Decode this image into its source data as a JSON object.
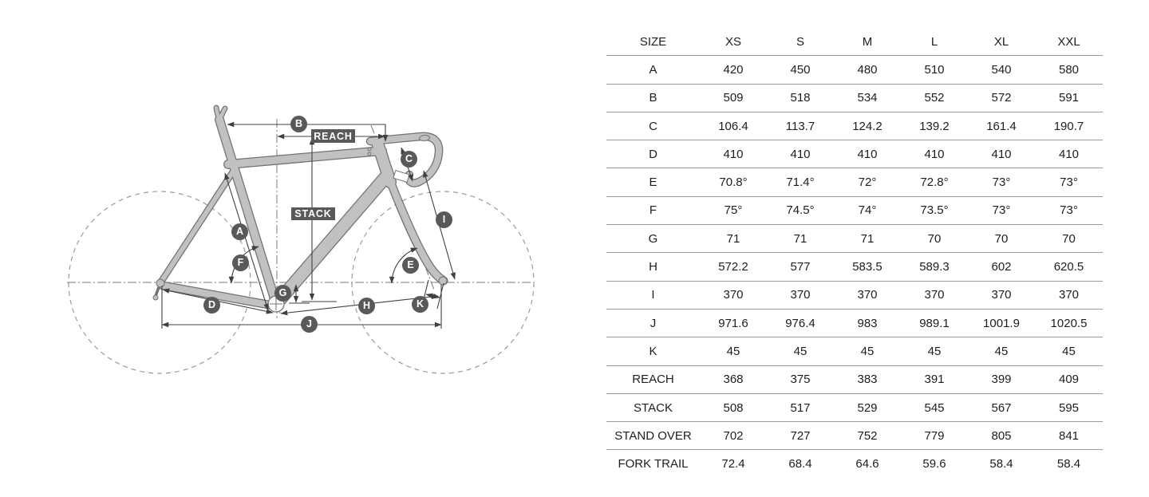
{
  "diagram": {
    "labels": {
      "reach": "REACH",
      "stack": "STACK"
    },
    "badges": [
      "A",
      "B",
      "C",
      "D",
      "E",
      "F",
      "G",
      "H",
      "I",
      "J",
      "K"
    ],
    "colors": {
      "badge_background": "#58595b",
      "badge_text": "#ffffff",
      "frame_fill": "#c0c1c3",
      "frame_outline": "#717274",
      "dimension_line": "#3f4042",
      "wheel_dash": "#9a9b9d",
      "table_divider": "#9c9c9c"
    }
  },
  "table": {
    "columns": [
      "SIZE",
      "XS",
      "S",
      "M",
      "L",
      "XL",
      "XXL"
    ],
    "rows": [
      {
        "label": "A",
        "values": [
          "420",
          "450",
          "480",
          "510",
          "540",
          "580"
        ]
      },
      {
        "label": "B",
        "values": [
          "509",
          "518",
          "534",
          "552",
          "572",
          "591"
        ]
      },
      {
        "label": "C",
        "values": [
          "106.4",
          "113.7",
          "124.2",
          "139.2",
          "161.4",
          "190.7"
        ]
      },
      {
        "label": "D",
        "values": [
          "410",
          "410",
          "410",
          "410",
          "410",
          "410"
        ]
      },
      {
        "label": "E",
        "values": [
          "70.8°",
          "71.4°",
          "72°",
          "72.8°",
          "73°",
          "73°"
        ]
      },
      {
        "label": "F",
        "values": [
          "75°",
          "74.5°",
          "74°",
          "73.5°",
          "73°",
          "73°"
        ]
      },
      {
        "label": "G",
        "values": [
          "71",
          "71",
          "71",
          "70",
          "70",
          "70"
        ]
      },
      {
        "label": "H",
        "values": [
          "572.2",
          "577",
          "583.5",
          "589.3",
          "602",
          "620.5"
        ]
      },
      {
        "label": "I",
        "values": [
          "370",
          "370",
          "370",
          "370",
          "370",
          "370"
        ]
      },
      {
        "label": "J",
        "values": [
          "971.6",
          "976.4",
          "983",
          "989.1",
          "1001.9",
          "1020.5"
        ]
      },
      {
        "label": "K",
        "values": [
          "45",
          "45",
          "45",
          "45",
          "45",
          "45"
        ]
      },
      {
        "label": "REACH",
        "values": [
          "368",
          "375",
          "383",
          "391",
          "399",
          "409"
        ]
      },
      {
        "label": "STACK",
        "values": [
          "508",
          "517",
          "529",
          "545",
          "567",
          "595"
        ]
      },
      {
        "label": "STAND OVER",
        "values": [
          "702",
          "727",
          "752",
          "779",
          "805",
          "841"
        ]
      },
      {
        "label": "FORK TRAIL",
        "values": [
          "72.4",
          "68.4",
          "64.6",
          "59.6",
          "58.4",
          "58.4"
        ]
      }
    ]
  }
}
